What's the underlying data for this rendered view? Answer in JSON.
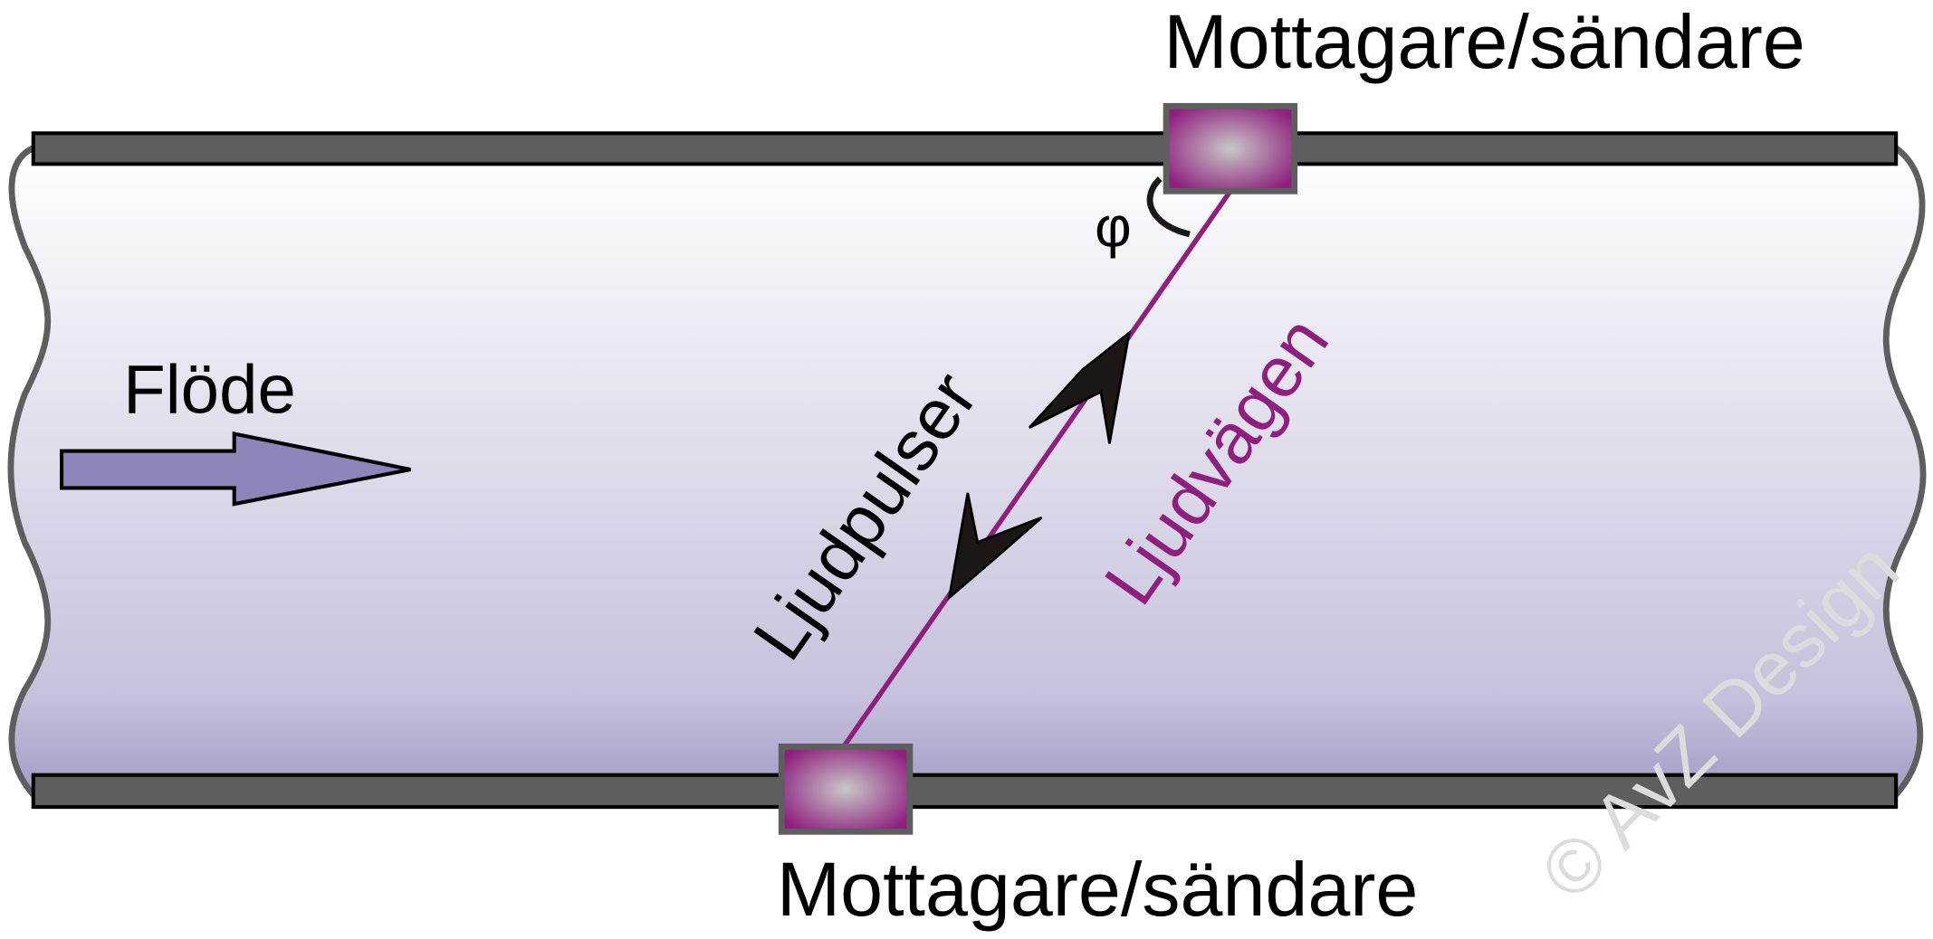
{
  "labels": {
    "sensor_top": "Mottagare/sändare",
    "sensor_bottom": "Mottagare/sändare",
    "flow": "Flöde",
    "pulses": "Ljudpulser",
    "sound_path": "Ljudvägen",
    "angle": "φ",
    "watermark": "© AvZ Design"
  },
  "colors": {
    "pipe_wall": "#5e5e5e",
    "sound_path": "#8e1f7e",
    "flow_arrow": "#8e86ba",
    "fluid_top": "#ffffff",
    "fluid_bottom": "#a39bc6"
  }
}
